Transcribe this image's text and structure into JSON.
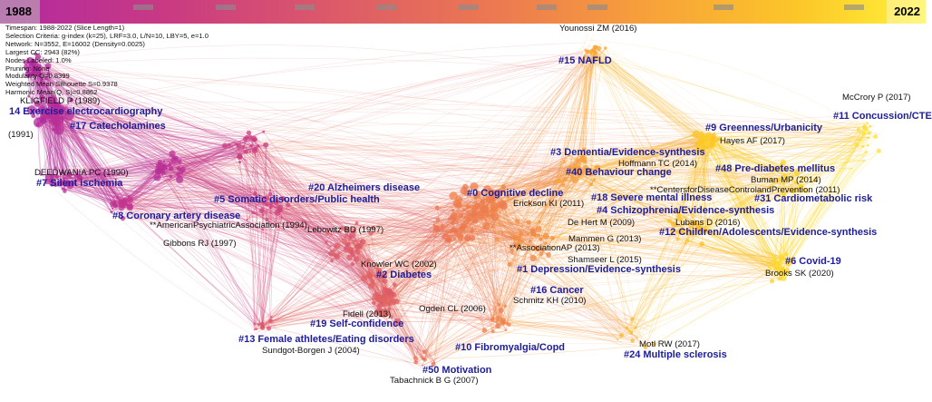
{
  "timeline": {
    "start_year": "1988",
    "end_year": "2022",
    "colors": [
      "#b12aa0",
      "#c93a83",
      "#dc5a69",
      "#ec7a50",
      "#f7a13a",
      "#fcc629",
      "#fff23a"
    ]
  },
  "info_lines": [
    "Timespan: 1988-2022 (Slice Length=1)",
    "Selection Criteria: g-index (k=25), LRF=3.0, L/N=10, LBY=5, e=1.0",
    "Network: N=3552, E=16002 (Density=0.0025)",
    "Largest CC: 2943 (82%)",
    "Nodes Labeled: 1.0%",
    "Pruning: None",
    "Modularity Q=0.8399",
    "Weighted Mean Silhouette S=0.9378",
    "Harmonic Mean(Q, S)=0.8862"
  ],
  "clusters": [
    {
      "id": "c0",
      "label": "#0 Cognitive decline"
    },
    {
      "id": "c2",
      "label": "#2 Diabetes"
    },
    {
      "id": "c3",
      "label": "#3 Dementia/Evidence-synthesis"
    },
    {
      "id": "c1",
      "label": "#1 Depression/Evidence-synthesis"
    },
    {
      "id": "c4",
      "label": "#4 Schizophrenia/Evidence-synthesis"
    },
    {
      "id": "c5",
      "label": "#5 Somatic disorders/Public health"
    },
    {
      "id": "c6",
      "label": "#6 Covid-19"
    },
    {
      "id": "c7",
      "label": "#7 Silent ischemia"
    },
    {
      "id": "c8",
      "label": "#8 Coronary artery disease"
    },
    {
      "id": "c9",
      "label": "#9 Greenness/Urbanicity"
    },
    {
      "id": "c10",
      "label": "#10 Fibromyalgia/Copd"
    },
    {
      "id": "c11",
      "label": "#11 Concussion/CTE"
    },
    {
      "id": "c12",
      "label": "#12 Children/Adolescents/Evidence-synthesis"
    },
    {
      "id": "c13",
      "label": "#13 Female athletes/Eating disorders"
    },
    {
      "id": "c14",
      "label": "14 Exercise electrocardiography"
    },
    {
      "id": "c15",
      "label": "#15 NAFLD"
    },
    {
      "id": "c16",
      "label": "#16 Cancer"
    },
    {
      "id": "c17",
      "label": "#17 Catecholamines"
    },
    {
      "id": "c18",
      "label": "#18 Severe mental illness"
    },
    {
      "id": "c19",
      "label": "#19 Self-confidence"
    },
    {
      "id": "c20",
      "label": "#20 Alzheimers disease"
    },
    {
      "id": "c24",
      "label": "#24 Multiple sclerosis"
    },
    {
      "id": "c31",
      "label": "#31 Cardiometabolic risk"
    },
    {
      "id": "c40",
      "label": "#40 Behaviour change"
    },
    {
      "id": "c48",
      "label": "#48 Pre-diabetes mellitus"
    },
    {
      "id": "c50",
      "label": "#50 Motivation"
    }
  ],
  "authors": [
    {
      "id": "a_younossi",
      "label": "Younossi ZM (2016)"
    },
    {
      "id": "a_mccrory",
      "label": "McCrory P (2017)"
    },
    {
      "id": "a_kligfield",
      "label": "KLIGFIELD P (1989)"
    },
    {
      "id": "a_1991",
      "label": "(1991)"
    },
    {
      "id": "a_deedwania",
      "label": "DEEDWANIA PC (1990)"
    },
    {
      "id": "a_hayes",
      "label": "Hayes AF (2017)"
    },
    {
      "id": "a_hoffmann",
      "label": "Hoffmann TC (2014)"
    },
    {
      "id": "a_buman",
      "label": "Buman MP (2014)"
    },
    {
      "id": "a_cdc",
      "label": "**CentersforDiseaseControlandPrevention (2011)"
    },
    {
      "id": "a_erickson",
      "label": "Erickson KI (2011)"
    },
    {
      "id": "a_apa",
      "label": "**AmericanPsychiatricAssociation (1994)"
    },
    {
      "id": "a_lebowitz",
      "label": "Lebowitz BD (1997)"
    },
    {
      "id": "a_dehert",
      "label": "De Hert M (2009)"
    },
    {
      "id": "a_lubans",
      "label": "Lubans D (2016)"
    },
    {
      "id": "a_mammen",
      "label": "Mammen G (2013)"
    },
    {
      "id": "a_gibbons",
      "label": "Gibbons RJ (1997)"
    },
    {
      "id": "a_assocap",
      "label": "**AssociationAP (2013)"
    },
    {
      "id": "a_shamseer",
      "label": "Shamseer L (2015)"
    },
    {
      "id": "a_brooks",
      "label": "Brooks SK (2020)"
    },
    {
      "id": "a_knowler",
      "label": "Knowler WC (2002)"
    },
    {
      "id": "a_schmitz",
      "label": "Schmitz KH (2010)"
    },
    {
      "id": "a_fidell",
      "label": "Fidell (2013)"
    },
    {
      "id": "a_ogden",
      "label": "Ogden CL (2006)"
    },
    {
      "id": "a_sundgot",
      "label": "Sundgot-Borgen J (2004)"
    },
    {
      "id": "a_motl",
      "label": "Motl RW (2017)"
    },
    {
      "id": "a_tabachnick",
      "label": "Tabachnick B G (2007)"
    }
  ]
}
